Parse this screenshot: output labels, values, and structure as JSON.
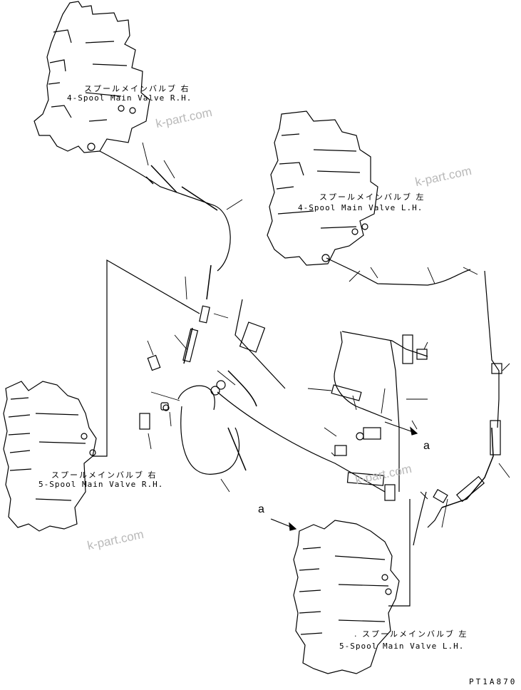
{
  "labels": {
    "valve_4rh_jp": "スプールメインバルブ  右",
    "valve_4rh_en": "4-Spool Main Valve R.H.",
    "valve_4lh_jp": "スプールメインバルブ  左",
    "valve_4lh_en": "4-Spool Main Valve L.H.",
    "valve_5rh_jp": "スプールメインバルブ  右",
    "valve_5rh_en": "5-Spool Main Valve R.H.",
    "valve_5lh_jp": ". スプールメインバルブ  左",
    "valve_5lh_en": "5-Spool Main Valve L.H."
  },
  "markers": {
    "ref_a_right": "a",
    "ref_a_left": "a"
  },
  "watermarks": [
    "k-part.com",
    "k-part.com",
    "k-part.com",
    "k-part.com"
  ],
  "drawing_code": "PT1A870",
  "colors": {
    "line": "#000000",
    "watermark": "#b9b9b9"
  }
}
